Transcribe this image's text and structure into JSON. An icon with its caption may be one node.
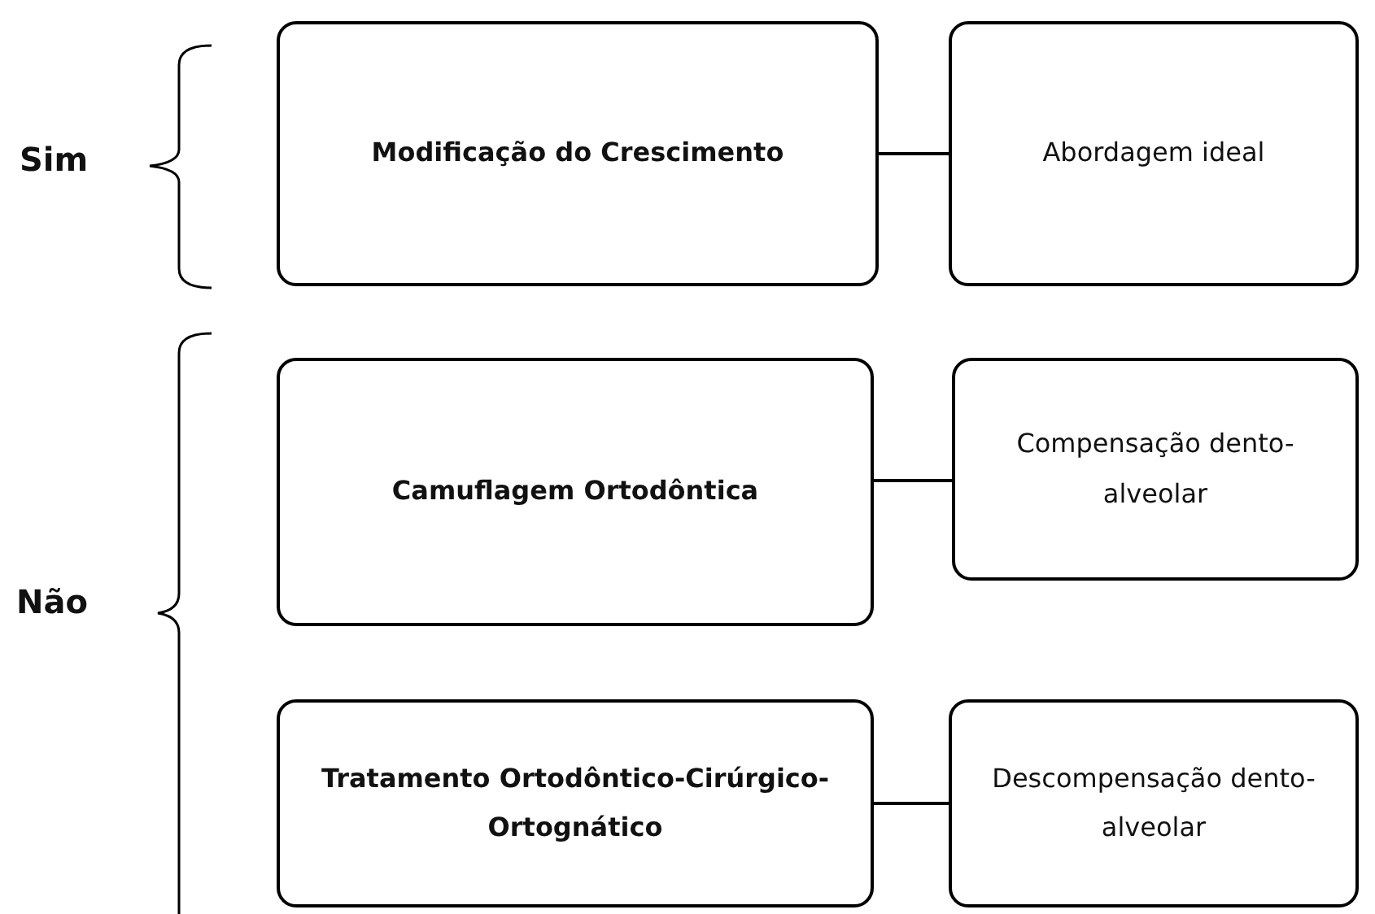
{
  "diagram": {
    "nodes": [
      {
        "text": [
          "Modificação do Crescimento"
        ]
      },
      {
        "text": [
          "Abordagem ideal"
        ]
      },
      {
        "text": [
          "Camuflagem Ortodôntica"
        ]
      },
      {
        "text": [
          "Compensação dento-alveolar"
        ]
      },
      {
        "text": [
          "Tratamento Ortodôntico-Cirúrgico-Ortognático"
        ]
      },
      {
        "text": [
          "Descompensação dento-alveolar"
        ]
      }
    ],
    "edges": [
      {
        "from": 0,
        "to": 1,
        "arrow": "none"
      },
      {
        "from": 2,
        "to": 3,
        "arrow": "none"
      },
      {
        "from": 4,
        "to": 5,
        "arrow": "none"
      }
    ],
    "labels": [
      "Sim",
      "Não"
    ]
  }
}
